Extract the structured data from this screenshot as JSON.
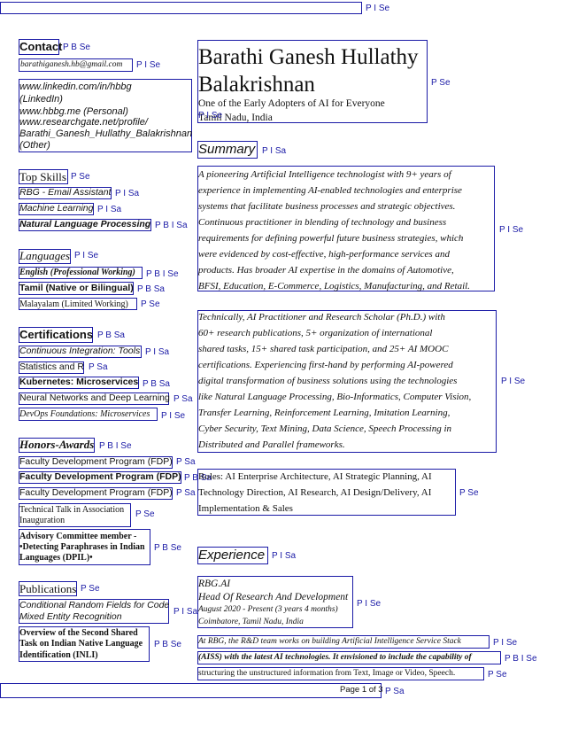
{
  "tags": {
    "PISe": "P I Se",
    "PBSe": "P B Se",
    "PISa": "P I Sa",
    "PBSa": "P B Sa",
    "PSe": "P Se",
    "PBISe": "P B I Se",
    "PBISa": "P B I Sa",
    "PSa": "P Sa"
  },
  "contact": {
    "heading": "Contact",
    "email": "barathiganesh.hb@gmail.com",
    "links": [
      "www.linkedin.com/in/hbbg",
      "(LinkedIn)",
      "www.hbbg.me (Personal)",
      "www.researchgate.net/profile/",
      "Barathi_Ganesh_Hullathy_Balakrishnan",
      "(Other)"
    ]
  },
  "top_skills": {
    "heading": "Top Skills",
    "items": [
      "RBG - Email Assistant",
      "Machine Learning",
      "Natural Language Processing"
    ]
  },
  "languages": {
    "heading": "Languages",
    "items": [
      "English (Professional Working)",
      "Tamil (Native or Bilingual)",
      "Malayalam  (Limited Working)"
    ]
  },
  "certifications": {
    "heading": "Certifications",
    "items": [
      "Continuous Integration: Tools",
      "Statistics and R",
      "Kubernetes: Microservices",
      "Neural Networks and Deep Learning",
      "DevOps Foundations: Microservices"
    ]
  },
  "honors": {
    "heading": "Honors-Awards",
    "items": [
      "Faculty Development Program (FDP)",
      "Faculty Development Program (FDP)",
      "Faculty Development Program (FDP)"
    ],
    "talk": [
      "Technical Talk in Association",
      "Inauguration"
    ],
    "committee": [
      "Advisory Committee member -",
      "•Detecting Paraphrases in Indian",
      "Languages (DPIL)•"
    ]
  },
  "publications": {
    "heading": "Publications",
    "item1": [
      "Conditional Random Fields for Code",
      "Mixed Entity Recognition"
    ],
    "item2": [
      "Overview of the Second Shared",
      "Task on Indian Native Language",
      "Identification (INLI)"
    ]
  },
  "header": {
    "name_line1": "Barathi Ganesh Hullathy",
    "name_line2": "Balakrishnan",
    "tagline": "One of the Early Adopters of AI for Everyone",
    "location": "Tamil Nadu, India"
  },
  "summary": {
    "heading": "Summary",
    "para1": [
      "A pioneering Artificial Intelligence technologist with 9+ years of",
      "experience in implementing AI-enabled technologies and enterprise",
      "systems that facilitate business processes and strategic objectives.",
      "Continuous practitioner in blending of technology and business",
      "requirements for defining powerful future business strategies, which",
      "were evidenced by cost-effective, high-performance services and",
      "products. Has broader AI expertise in the domains of Automotive,",
      "BFSI, Education, E-Commerce, Logistics, Manufacturing, and Retail."
    ],
    "para2": [
      "Technically, AI Practitioner and Research Scholar (Ph.D.) with",
      "60+ research publications, 5+ organization of international",
      "shared tasks, 15+ shared task participation, and 25+ AI MOOC",
      "certifications.   Experiencing first-hand by performing AI-powered",
      "digital transformation of business solutions using the technologies",
      "like Natural Language Processing, Bio-Informatics, Computer Vision,",
      "Transfer Learning, Reinforcement Learning, Imitation Learning,",
      "Cyber Security, Text Mining, Data Science, Speech Processing in",
      "Distributed and Parallel frameworks."
    ],
    "roles": [
      "Roles: AI Enterprise Architecture, AI Strategic Planning, AI",
      "Technology Direction, AI Research, AI Design/Delivery, AI",
      "Implementation & Sales"
    ]
  },
  "experience": {
    "heading": "Experience",
    "company": "RBG.AI",
    "title": "Head Of Research And Development",
    "dates": "August 2020 - Present (3 years 4 months)",
    "location": "Coimbatore, Tamil Nadu, India",
    "desc1": "At RBG, the R&D team works on building Artificial Intelligence Service Stack",
    "desc2": "(AISS) with the latest AI technologies. It envisioned to include the capability of",
    "desc3": "structuring the unstructured information from Text, Image or Video, Speech."
  },
  "footer": {
    "page": "Page 1 of 3"
  }
}
